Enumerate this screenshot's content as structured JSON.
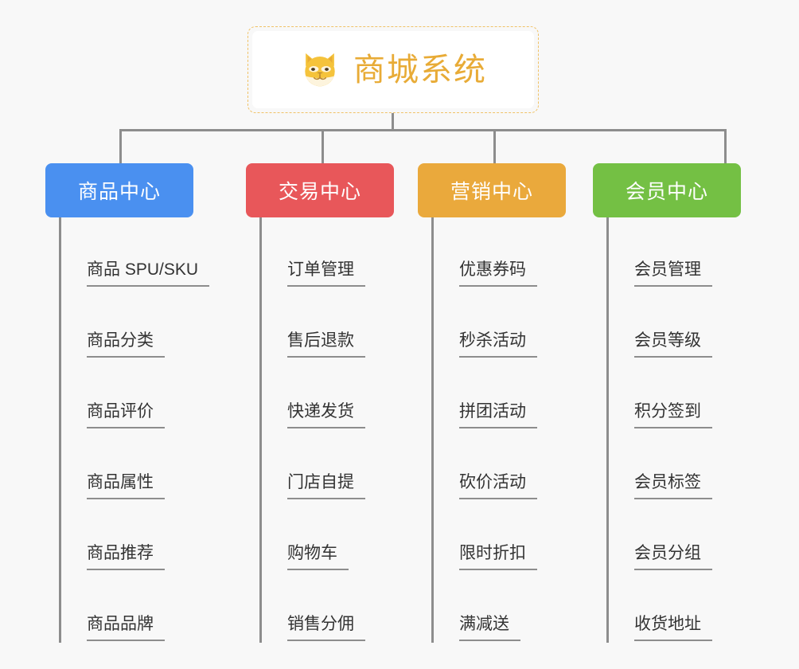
{
  "page": {
    "background_color": "#f8f8f8",
    "connector_color": "#8d8d8d",
    "item_text_color": "#333333"
  },
  "root": {
    "title": "商城系统",
    "icon": "shiba-dog-icon",
    "title_color": "#e8ab36",
    "border_color": "#f0c267",
    "card_background": "#ffffff"
  },
  "branches": [
    {
      "label": "商品中心",
      "color": "#4a90f0",
      "items": [
        "商品 SPU/SKU",
        "商品分类",
        "商品评价",
        "商品属性",
        "商品推荐",
        "商品品牌"
      ]
    },
    {
      "label": "交易中心",
      "color": "#e8575a",
      "items": [
        "订单管理",
        "售后退款",
        "快递发货",
        "门店自提",
        "购物车",
        "销售分佣"
      ]
    },
    {
      "label": "营销中心",
      "color": "#eaa93c",
      "items": [
        "优惠券码",
        "秒杀活动",
        "拼团活动",
        "砍价活动",
        "限时折扣",
        "满减送"
      ]
    },
    {
      "label": "会员中心",
      "color": "#74c044",
      "items": [
        "会员管理",
        "会员等级",
        "积分签到",
        "会员标签",
        "会员分组",
        "收货地址"
      ]
    }
  ]
}
